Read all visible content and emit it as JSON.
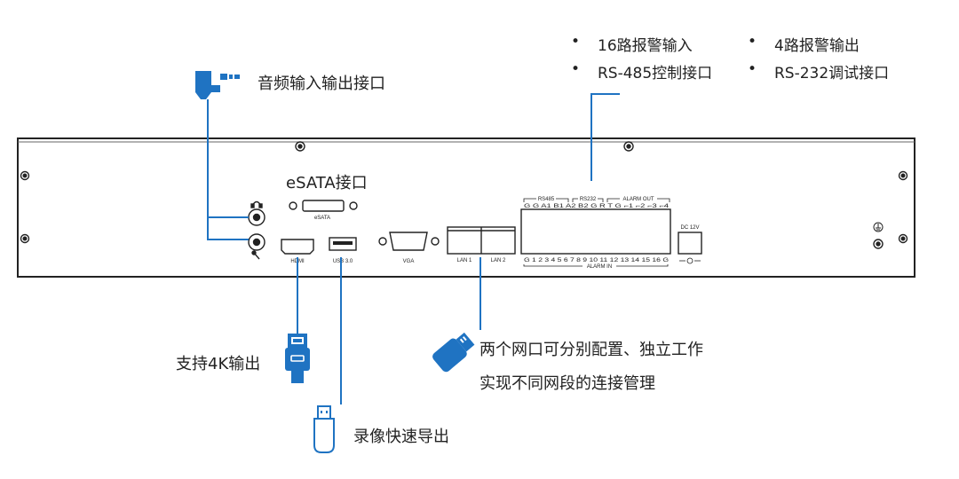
{
  "colors": {
    "accent": "#1f73c2",
    "line": "#1f73c2",
    "panel_stroke": "#222222"
  },
  "callouts": {
    "audio": "音频输入输出接口",
    "esata": "eSATA接口",
    "hdmi": "支持4K输出",
    "usb": "录像快速导出",
    "lan_line1": "两个网口可分别配置、独立工作",
    "lan_line2": "实现不同网段的连接管理"
  },
  "features": {
    "left": [
      "16路报警输入",
      "RS-485控制接口"
    ],
    "right": [
      "4路报警输出",
      "RS-232调试接口"
    ],
    "bullet": "•"
  },
  "panel_labels": {
    "esata": "eSATA",
    "hdmi": "HDMI",
    "usb": "USB 3.0",
    "vga": "VGA",
    "lan1": "LAN 1",
    "lan2": "LAN 2",
    "rs485": "RS485",
    "rs232": "RS232",
    "alarm_out": "ALARM OUT",
    "alarm_in": "ALARM IN",
    "dc": "DC 12V",
    "top_pins": "G G A1 B1 A2 B2 G R T G ⌐1 ⌐2 ⌐3 ⌐4",
    "bottom_pins": "G 1 2 3 4 5 6 7 8 9 10 11 12 13 14 15 16 G"
  },
  "icons": [
    "audio-jack-icon",
    "hdmi-plug-icon",
    "usb-drive-icon",
    "ethernet-plug-icon",
    "headphone-icon",
    "microphone-icon",
    "ground-icon"
  ]
}
